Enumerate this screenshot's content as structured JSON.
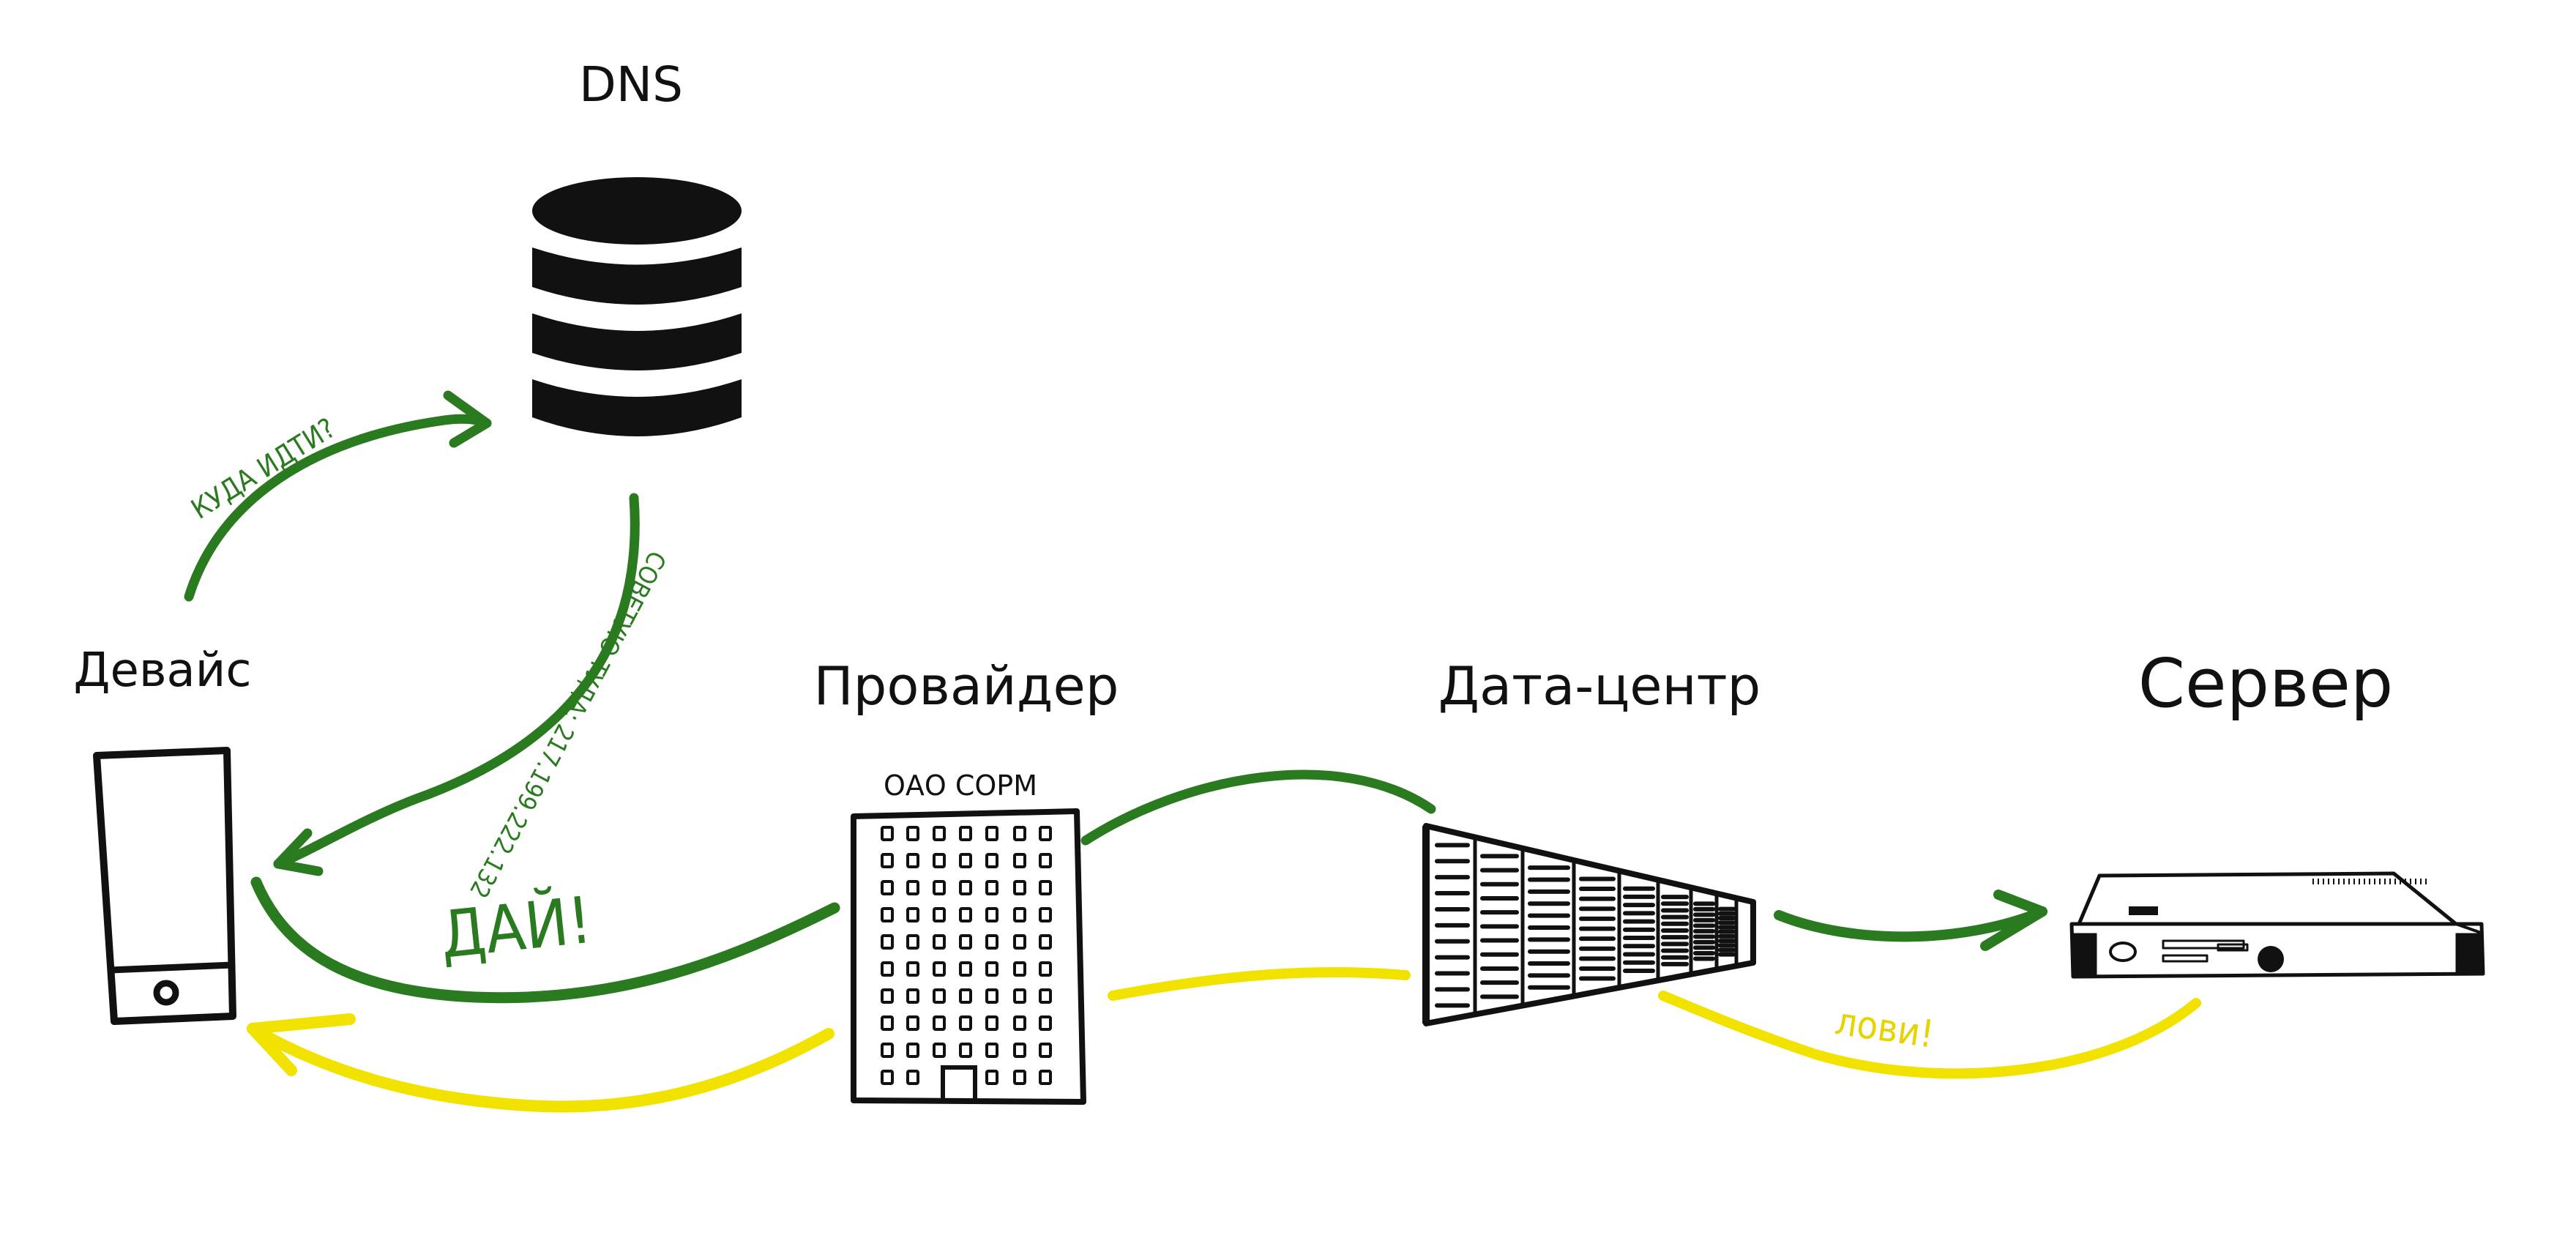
{
  "nodes": {
    "dns": "DNS",
    "device": "Девайс",
    "provider": "Провайдер",
    "provider_sign": "ОАО СОРМ",
    "datacenter": "Дата-центр",
    "server": "Сервер"
  },
  "messages": {
    "where_to_go": "КУДА ИДТИ?",
    "advice": "СОВЕТУЮ ТУДА: 217.199.222.132",
    "give": "ДАЙ!",
    "catch": "лови!"
  },
  "colors": {
    "request": "#2a7a1f",
    "response": "#f2e200",
    "ink": "#111111"
  }
}
